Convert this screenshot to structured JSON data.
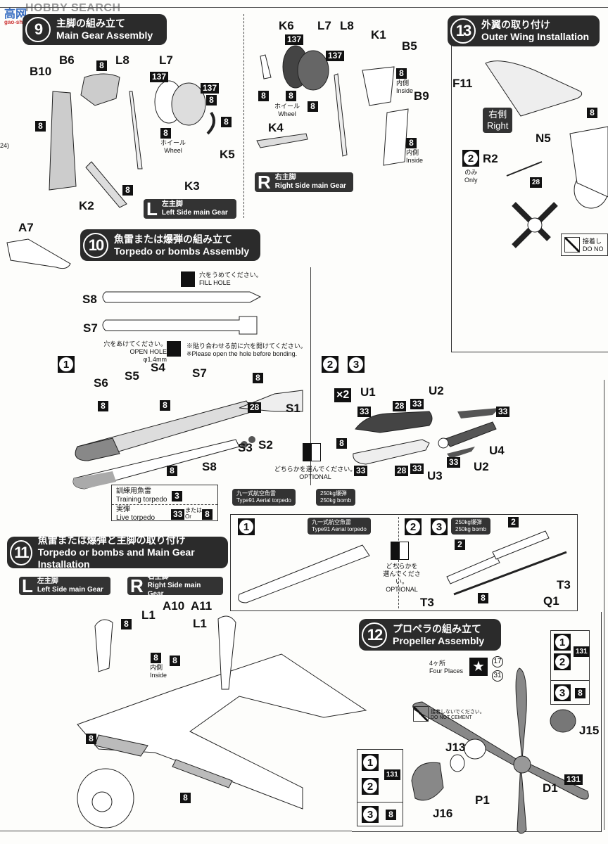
{
  "watermark": {
    "brand": "HOBBY SEARCH",
    "logo": "高网",
    "url": "gao-shen.com"
  },
  "page_ref": "24)",
  "steps": {
    "s9": {
      "num": "9",
      "jp": "主脚の組み立て",
      "en": "Main Gear Assembly"
    },
    "s10": {
      "num": "10",
      "jp": "魚雷または爆弾の組み立て",
      "en": "Torpedo or bombs Assembly"
    },
    "s11": {
      "num": "11",
      "jp": "魚雷または爆弾と主脚の取り付け",
      "en": "Torpedo or bombs and Main Gear Installation"
    },
    "s12": {
      "num": "12",
      "jp": "プロペラの組み立て",
      "en": "Propeller Assembly"
    },
    "s13": {
      "num": "13",
      "jp": "外翼の取り付け",
      "en": "Outer Wing Installation"
    }
  },
  "side_tags": {
    "left": {
      "letter": "L",
      "jp": "左主脚",
      "en": "Left Side main Gear"
    },
    "right": {
      "letter": "R",
      "jp": "右主脚",
      "en": "Right Side main Gear"
    }
  },
  "labels": {
    "wheel_jp": "ホイール",
    "wheel_en": "Wheel",
    "inside_jp": "内側",
    "inside_en": "Inside",
    "right_jp": "右側",
    "right_en": "Right",
    "only_jp": "のみ",
    "only_en": "Only",
    "fill_hole_jp": "穴をうめてください。",
    "fill_hole_en": "FILL HOLE",
    "open_hole_jp": "穴をあけてください。",
    "open_hole_en": "OPEN HOLE",
    "open_hole_size": "φ1.4mm",
    "bond_note_jp": "※貼り合わせる前に穴を開けてください。",
    "bond_note_en": "※Please open the hole before bonding.",
    "optional_jp": "どちらかを選んでください。",
    "optional_jp_2line_a": "どちらかを",
    "optional_jp_2line_b": "選んでください。",
    "optional_en": "OPTIONAL",
    "training_jp": "訓練用魚雷",
    "training_en": "Training torpedo",
    "training_dots": "……",
    "live_jp": "実弾",
    "live_en": "Live torpedo",
    "or_jp": "または",
    "or_en": "Or",
    "type91_jp": "九一式航空魚雷",
    "type91_en": "Type91  Aerial torpedo",
    "bomb_jp": "250kg爆弾",
    "bomb_en": "250kg bomb",
    "no_cement_jp": "接着しないでください。",
    "no_cement_en": "DO NOT CEMENT",
    "no_cement_short_jp": "接着し",
    "no_cement_short_en": "DO NO",
    "four_places_jp": "4ヶ所",
    "four_places_en": "Four Places",
    "x2": "×2"
  },
  "parts": {
    "s9": [
      "B6",
      "B10",
      "L8",
      "L7",
      "K5",
      "K3",
      "K2"
    ],
    "s9r": [
      "K6",
      "L7",
      "L8",
      "K1",
      "B5",
      "B9",
      "K4"
    ],
    "s13": [
      "F11",
      "N5",
      "R2"
    ],
    "s10": [
      "A7",
      "S8",
      "S7",
      "S6",
      "S5",
      "S4",
      "S7",
      "S1",
      "S3",
      "S2",
      "S8",
      "U1",
      "U2",
      "U4",
      "U2",
      "U3"
    ],
    "s11": [
      "L1",
      "A10",
      "A11",
      "L1",
      "T3",
      "T3",
      "Q1"
    ],
    "s12": [
      "J15",
      "J13",
      "P1",
      "D1",
      "J16"
    ]
  },
  "colors": {
    "c8": "8",
    "c137": "137",
    "c28": "28",
    "c33": "33",
    "c3": "3",
    "c2": "2",
    "c131": "131",
    "c17": "17",
    "c31": "31"
  },
  "variant_steps": {
    "one": "1",
    "two": "2",
    "three": "3"
  }
}
